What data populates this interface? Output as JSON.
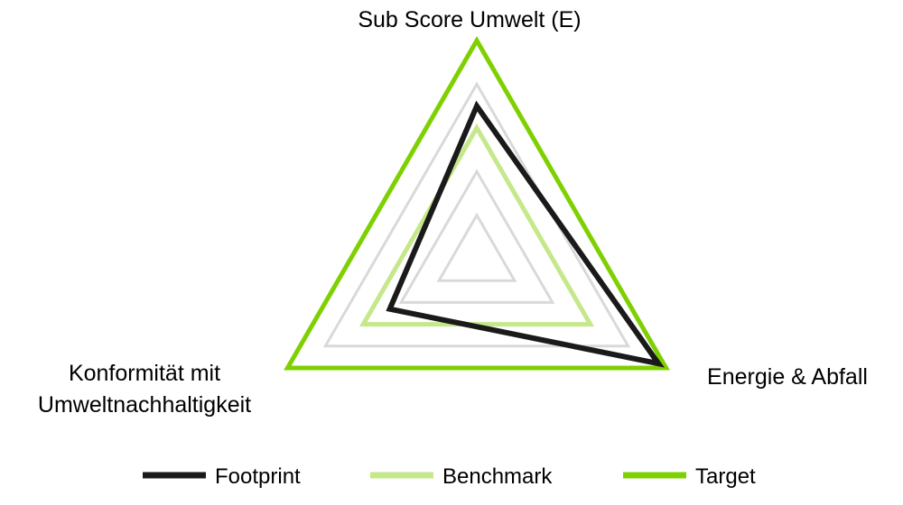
{
  "chart_data": {
    "type": "radar",
    "axes": [
      "Sub Score Umwelt (E)",
      "Energie & Abfall",
      "Konformität mit Umweltnachhaltigkeit"
    ],
    "axis_label_lines": [
      [
        "Sub Score Umwelt (E)"
      ],
      [
        "Energie & Abfall"
      ],
      [
        "Konformität mit",
        "Umweltnachhaltigkeit"
      ]
    ],
    "range": [
      0,
      5
    ],
    "grid_rings": 5,
    "grid": true,
    "legend_position": "bottom",
    "series": [
      {
        "name": "Footprint",
        "values": [
          3.5,
          4.8,
          2.3
        ],
        "color": "#1a1a1a"
      },
      {
        "name": "Benchmark",
        "values": [
          3,
          3,
          3
        ],
        "color": "#c5e88a"
      },
      {
        "name": "Target",
        "values": [
          5,
          5,
          5
        ],
        "color": "#7fd000"
      }
    ],
    "grid_color": "#d9d9d9"
  }
}
